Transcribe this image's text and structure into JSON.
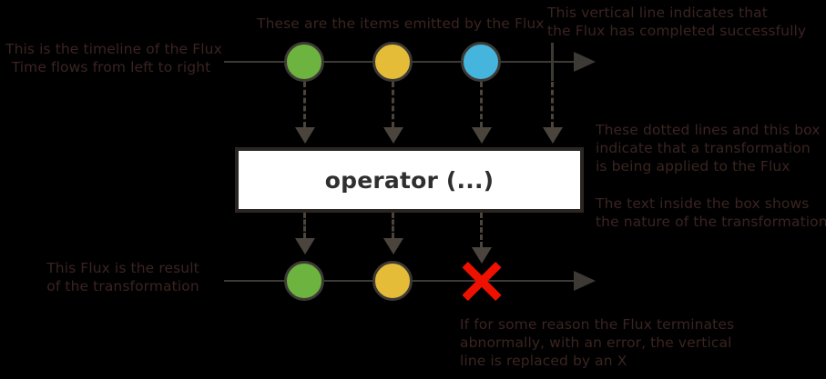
{
  "diagram": {
    "title": "Flux marble diagram",
    "colors": {
      "background": "#000000",
      "annotation_text": "#3a2421",
      "line": "#3d3a35",
      "dashed": "#4a443d",
      "marble_green": "#6db33f",
      "marble_yellow": "#e5bc38",
      "marble_blue": "#45b5de",
      "error_red": "#ee1100",
      "box_fill": "#ffffff",
      "box_border": "#2b2622",
      "box_text": "#2f2f30"
    }
  },
  "annotations": {
    "source_timeline": "This is the timeline of the Flux\nTime flows from left to right",
    "items_emitted": "These are the items emitted by the Flux",
    "completion": "This vertical line indicates that\nthe Flux has completed successfully",
    "transformation": "These dotted lines and this box\nindicate that a transformation\nis being applied to the Flux",
    "box_text_note": "The text inside the box shows\nthe nature of the transformation",
    "result_timeline": "This Flux is the result\nof the transformation",
    "error_note": "If for some reason the Flux terminates\nabnormally, with an error, the vertical\nline is replaced by an X"
  },
  "operator": {
    "label": "operator (...)"
  },
  "source_marbles": [
    {
      "name": "green",
      "color": "#6db33f"
    },
    {
      "name": "yellow",
      "color": "#e5bc38"
    },
    {
      "name": "blue",
      "color": "#45b5de"
    }
  ],
  "result_marbles": [
    {
      "name": "green",
      "color": "#6db33f"
    },
    {
      "name": "yellow",
      "color": "#e5bc38"
    }
  ],
  "result_terminal": {
    "name": "error-x",
    "color": "#ee1100"
  }
}
